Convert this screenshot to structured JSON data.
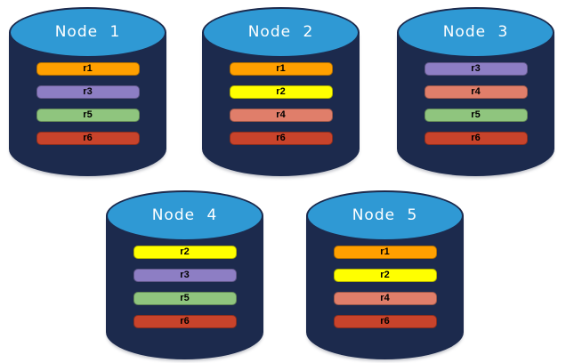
{
  "diagram": {
    "description": "Five database nodes each storing four replicated partitions",
    "colors": {
      "background": "#ffffff",
      "cylinder_body": "#1C2A4D",
      "cylinder_top": "#2F99D4",
      "cylinder_outline": "#1C2A4D",
      "bar_text": "#000000",
      "node_label_text": "#ffffff"
    },
    "partition_colors": {
      "r1": "#FFA000",
      "r2": "#FFFF00",
      "r3": "#8D7EC4",
      "r4": "#E07E6A",
      "r5": "#8FC57E",
      "r6": "#C8432B"
    },
    "nodes": [
      {
        "label": "Node 1",
        "partitions": [
          "r1",
          "r3",
          "r5",
          "r6"
        ]
      },
      {
        "label": "Node 2",
        "partitions": [
          "r1",
          "r2",
          "r4",
          "r6"
        ]
      },
      {
        "label": "Node 3",
        "partitions": [
          "r3",
          "r4",
          "r5",
          "r6"
        ]
      },
      {
        "label": "Node 4",
        "partitions": [
          "r2",
          "r3",
          "r5",
          "r6"
        ]
      },
      {
        "label": "Node 5",
        "partitions": [
          "r1",
          "r2",
          "r4",
          "r6"
        ]
      }
    ]
  }
}
